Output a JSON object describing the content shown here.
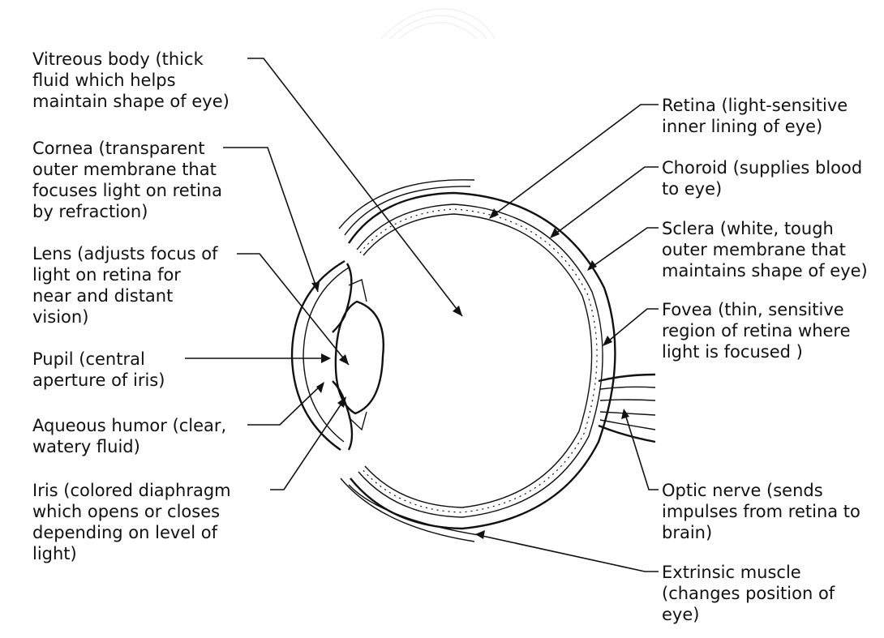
{
  "labels": [
    {
      "id": "vitreous",
      "lines": [
        "Vitreous body (thick",
        "fluid which helps",
        "maintain shape of eye)"
      ]
    },
    {
      "id": "cornea",
      "lines": [
        "Cornea (transparent",
        "outer membrane that",
        "focuses light on retina",
        "by refraction)"
      ]
    },
    {
      "id": "lens",
      "lines": [
        "Lens (adjusts focus of",
        "light on retina for",
        "near and distant",
        "vision)"
      ]
    },
    {
      "id": "pupil",
      "lines": [
        "Pupil (central",
        "aperture of iris)"
      ]
    },
    {
      "id": "aqueous",
      "lines": [
        "Aqueous humor (clear,",
        "watery fluid)"
      ]
    },
    {
      "id": "iris",
      "lines": [
        "Iris (colored diaphragm",
        "which opens or closes",
        "depending on level of",
        "light)"
      ]
    },
    {
      "id": "retina",
      "lines": [
        "Retina (light-sensitive",
        "inner lining of eye)"
      ]
    },
    {
      "id": "choroid",
      "lines": [
        "Choroid (supplies blood",
        "to eye)"
      ]
    },
    {
      "id": "sclera",
      "lines": [
        "Sclera (white, tough",
        "outer membrane that",
        "maintains shape of eye)"
      ]
    },
    {
      "id": "fovea",
      "lines": [
        "Fovea (thin, sensitive",
        "region of retina where",
        "light is focused )"
      ]
    },
    {
      "id": "optic",
      "lines": [
        "Optic nerve (sends",
        "impulses from retina to",
        "brain)"
      ]
    },
    {
      "id": "muscle",
      "lines": [
        "Extrinsic muscle",
        "(changes position of",
        "eye)"
      ]
    }
  ]
}
